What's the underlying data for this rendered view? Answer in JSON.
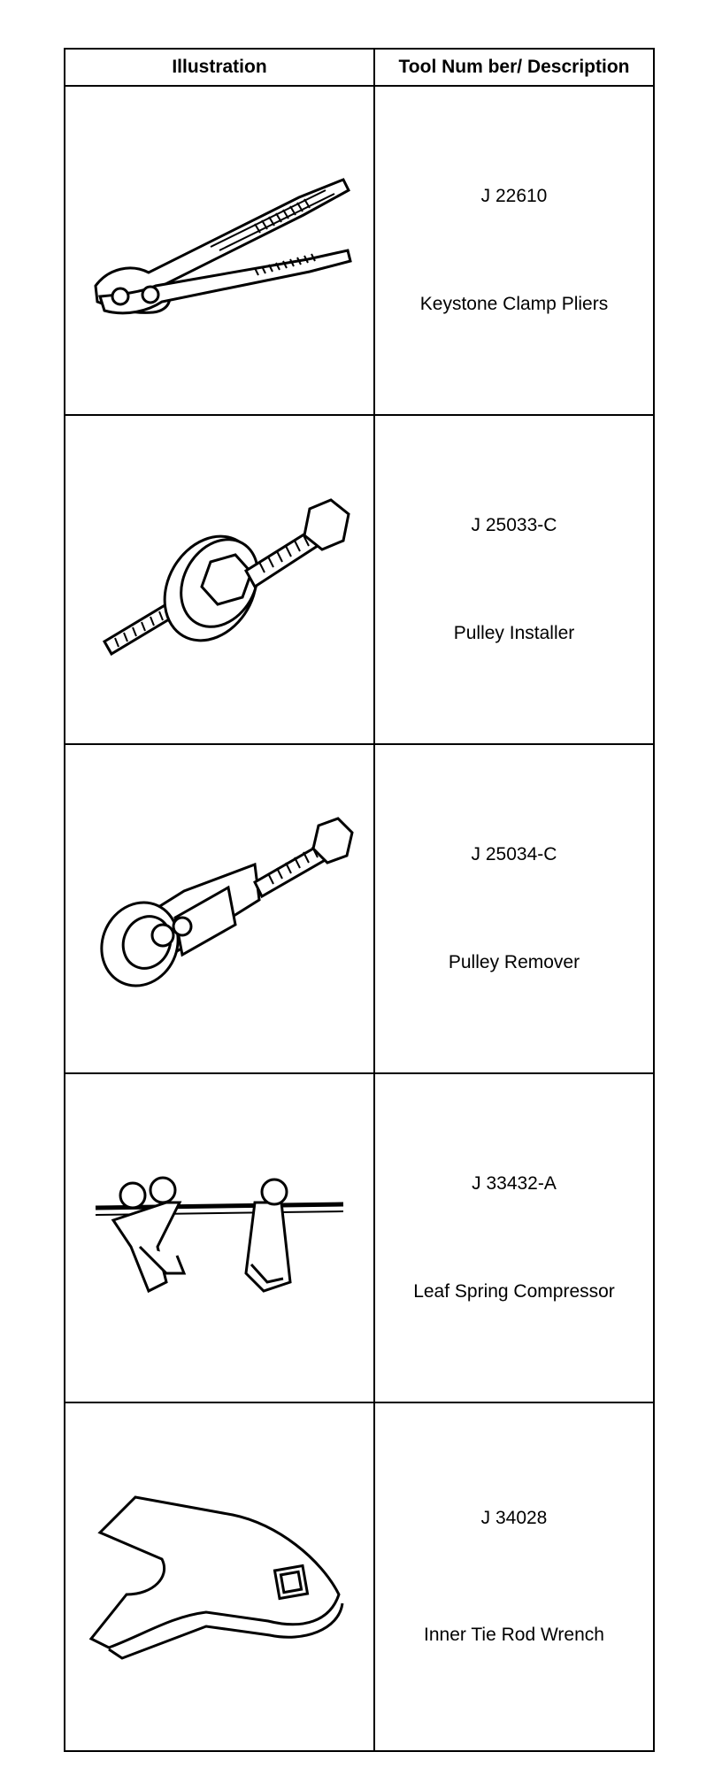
{
  "table": {
    "headers": [
      "Illustration",
      "Tool Num ber/ Description"
    ],
    "rows": [
      {
        "number": "J 22610",
        "description": "Keystone Clamp Pliers",
        "icon": "keystone-clamp-pliers-icon"
      },
      {
        "number": "J 25033-C",
        "description": "Pulley Installer",
        "icon": "pulley-installer-icon"
      },
      {
        "number": "J 25034-C",
        "description": "Pulley Remover",
        "icon": "pulley-remover-icon"
      },
      {
        "number": "J 33432-A",
        "description": "Leaf Spring Compressor",
        "icon": "leaf-spring-compressor-icon"
      },
      {
        "number": "J 34028",
        "description": "Inner Tie Rod Wrench",
        "icon": "inner-tie-rod-wrench-icon"
      }
    ]
  }
}
